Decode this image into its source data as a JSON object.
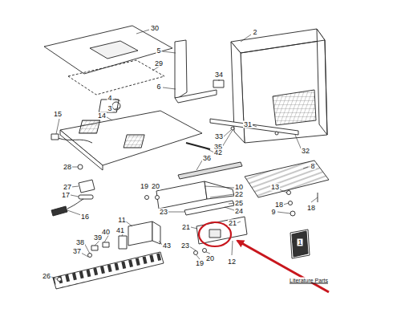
{
  "diagram": {
    "labels": [
      "30",
      "2",
      "5",
      "29",
      "4",
      "3",
      "34",
      "6",
      "15",
      "14",
      "31",
      "33",
      "35",
      "32",
      "42",
      "36",
      "8",
      "28",
      "27",
      "17",
      "16",
      "19",
      "20",
      "10",
      "22",
      "13",
      "18",
      "9",
      "18",
      "23",
      "25",
      "24",
      "21",
      "21",
      "11",
      "40",
      "41",
      "39",
      "38",
      "37",
      "43",
      "23",
      "19",
      "20",
      "12",
      "26",
      "1",
      "Literature Parts"
    ]
  }
}
